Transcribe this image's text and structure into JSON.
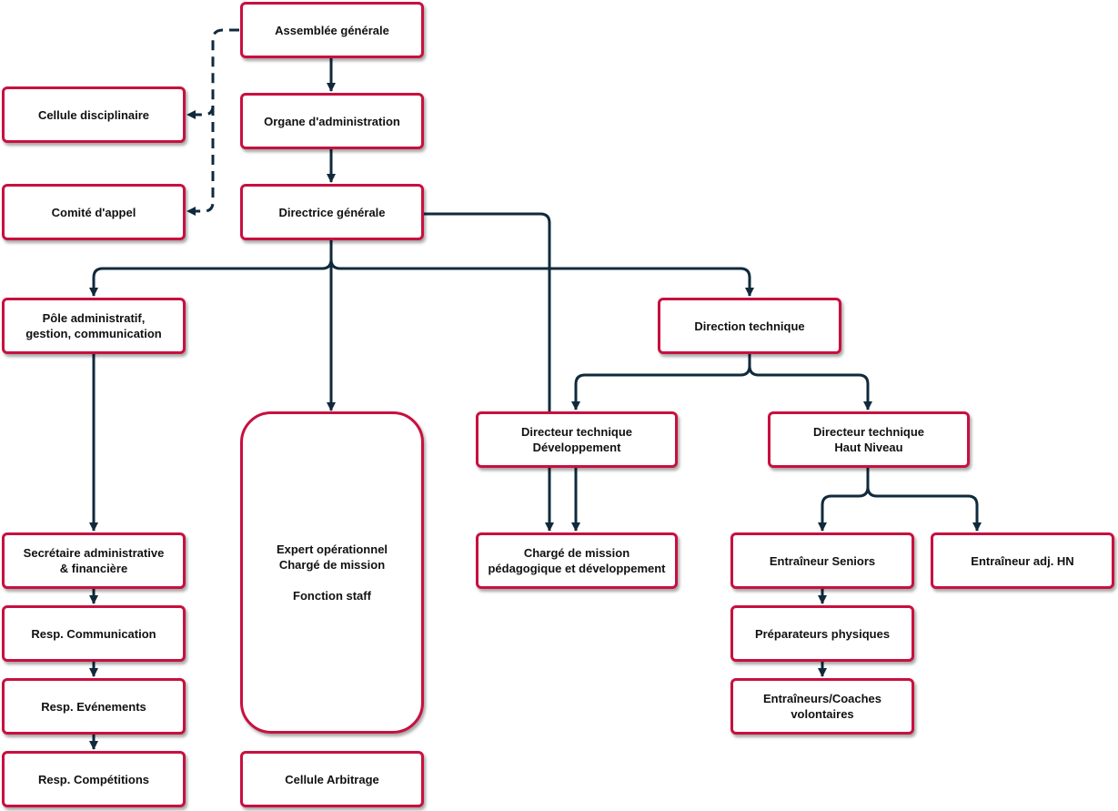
{
  "colors": {
    "box_border": "#c8103f",
    "connector": "#102a3c"
  },
  "nodes": {
    "assemblee": "Assemblée générale",
    "organe": "Organe d'administration",
    "directrice": "Directrice générale",
    "cellule_disc": "Cellule disciplinaire",
    "comite": "Comité d'appel",
    "pole": "Pôle administratif,\ngestion, communication",
    "direction_tech": "Direction technique",
    "dt_dev": "Directeur technique\nDéveloppement",
    "dt_hn": "Directeur technique\nHaut Niveau",
    "expert": "Expert opérationnel\nChargé de mission\n\nFonction staff",
    "secretaire": "Secrétaire administrative\n& financière",
    "resp_comm": "Resp. Communication",
    "resp_evt": "Resp. Evénements",
    "resp_comp": "Resp. Compétitions",
    "cellule_arb": "Cellule Arbitrage",
    "charge_mission": "Chargé de mission\npédagogique et développement",
    "entr_seniors": "Entraîneur Seniors",
    "entr_adj": "Entraîneur adj. HN",
    "preparateurs": "Préparateurs physiques",
    "entr_coaches": "Entraîneurs/Coaches\nvolontaires"
  }
}
